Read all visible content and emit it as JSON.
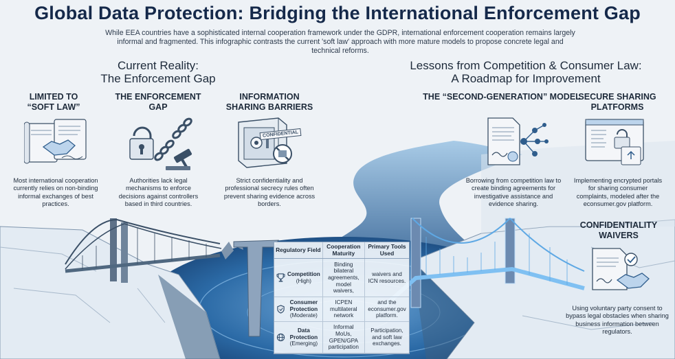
{
  "title": "Global Data Protection: Bridging the International Enforcement Gap",
  "subtitle": "While EEA countries have a sophisticated internal cooperation framework under the GDPR, international enforcement cooperation remains largely informal and fragmented. This infographic contrasts the current 'soft law' approach with more mature models to propose concrete legal and technical reforms.",
  "left_section": {
    "heading_line1": "Current Reality:",
    "heading_line2": "The Enforcement Gap",
    "columns": [
      {
        "head_line1": "LIMITED TO",
        "head_line2": "“SOFT LAW”",
        "text": "Most international cooperation currently relies on non-binding informal exchanges of best practices."
      },
      {
        "head_line1": "THE ENFORCEMENT",
        "head_line2": "GAP",
        "text": "Authorities lack legal mechanisms to enforce decisions against controllers based in third countries."
      },
      {
        "head_line1": "INFORMATION",
        "head_line2": "SHARING BARRIERS",
        "text": "Strict confidentiality and professional secrecy rules often prevent sharing evidence across borders."
      }
    ],
    "safe_label": "CONFIDENTIAL"
  },
  "right_section": {
    "heading_line1": "Lessons from Competition & Consumer Law:",
    "heading_line2": "A Roadmap for Improvement",
    "columns": [
      {
        "head": "THE “SECOND-GENERATION” MODEL",
        "text": "Borrowing from competition law to create binding agreements for investigative assistance and evidence sharing."
      },
      {
        "head_line1": "SECURE SHARING",
        "head_line2": "PLATFORMS",
        "text": "Implementing encrypted portals for sharing consumer complaints, modeled after the econsumer.gov platform."
      },
      {
        "head_line1": "CONFIDENTIALITY",
        "head_line2": "WAIVERS",
        "text": "Using voluntary party consent to bypass legal obstacles when sharing business information between regulators."
      }
    ]
  },
  "table": {
    "headers": [
      "Regulatory Field",
      "Cooperation Maturity",
      "Primary Tools Used"
    ],
    "rows": [
      {
        "field": "Competition",
        "level": "(High)",
        "maturity": "Binding bilateral agreements, model waivers,",
        "tools": "waivers and ICN resources.",
        "icon": "trophy-icon"
      },
      {
        "field": "Consumer Protection",
        "level": "(Moderate)",
        "maturity": "ICPEN multilateral network",
        "tools": "and the econsumer.gov platform.",
        "icon": "shield-icon"
      },
      {
        "field": "Data Protection",
        "level": "(Emerging)",
        "maturity": "Informal MoUs, GPEN/GPA participation",
        "tools": "Participation, and soft law exchanges.",
        "icon": "globe-icon"
      }
    ]
  },
  "colors": {
    "title": "#15294a",
    "river": "#2a6aa8",
    "ice": "#dfe8f1",
    "accent": "#2f6fb0"
  }
}
